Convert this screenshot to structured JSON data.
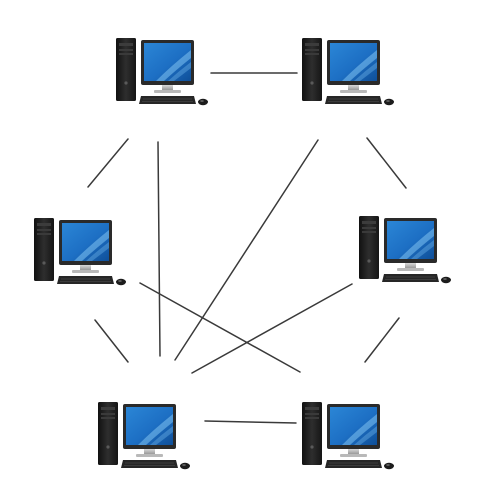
{
  "diagram": {
    "type": "network-mesh",
    "node_icon": "desktop-computer-icon",
    "colors": {
      "background": "#ffffff",
      "link": "#3a3a3a",
      "tower": "#1e1e1e",
      "screen": "#1d6fc4",
      "screen_highlight": "#7fc3f3",
      "bezel": "#2a2a2a",
      "stand": "#b9b9b9",
      "keyboard": "#262626"
    },
    "nodes": [
      {
        "id": "top-left"
      },
      {
        "id": "top-right"
      },
      {
        "id": "middle-left"
      },
      {
        "id": "middle-right"
      },
      {
        "id": "bottom-left"
      },
      {
        "id": "bottom-right"
      }
    ],
    "links": [
      {
        "from": "top-left",
        "to": "top-right"
      },
      {
        "from": "top-left",
        "to": "middle-left"
      },
      {
        "from": "top-left",
        "to": "bottom-left"
      },
      {
        "from": "top-right",
        "to": "middle-right"
      },
      {
        "from": "top-right",
        "to": "bottom-left"
      },
      {
        "from": "middle-left",
        "to": "bottom-left"
      },
      {
        "from": "middle-left",
        "to": "bottom-right"
      },
      {
        "from": "middle-right",
        "to": "bottom-left"
      },
      {
        "from": "middle-right",
        "to": "bottom-right"
      },
      {
        "from": "bottom-left",
        "to": "bottom-right"
      }
    ]
  }
}
